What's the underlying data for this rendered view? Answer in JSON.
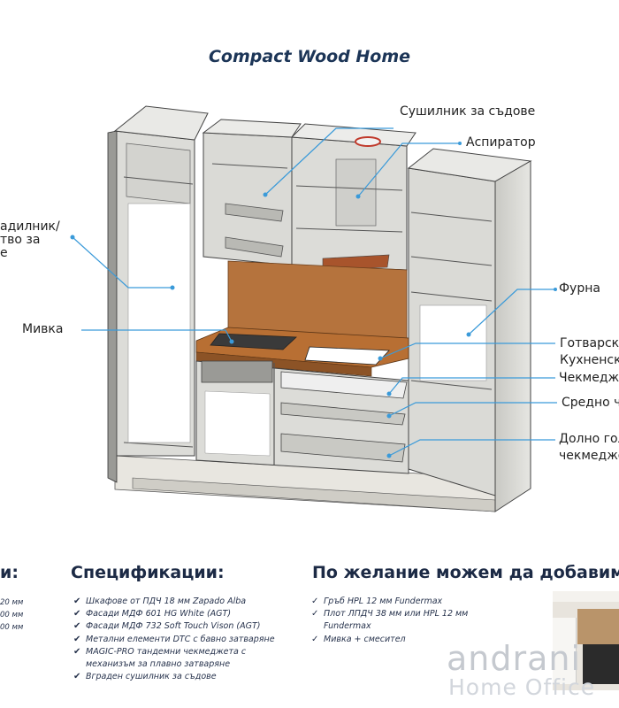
{
  "title": "Compact Wood Home",
  "callouts": {
    "dish_dryer": "Сушилник за съдове",
    "hood": "Аспиратор",
    "fridge_l1": "адилник/",
    "fridge_l2": "тво за",
    "fridge_l3": "е",
    "sink": "Мивка",
    "oven": "Фурна",
    "cooktop_l1": "Готварск",
    "cooktop_l2": "Кухненск",
    "drawer": "Чекмедж",
    "mid_drawer": "Средно ч",
    "bottom_l1": "Долно гол",
    "bottom_l2": "чекмедже"
  },
  "sections": {
    "left_heading": "и:",
    "specs_heading": "Спецификации:",
    "options_heading": "По желание можем да добавим"
  },
  "dimensions": [
    "20 мм",
    "00 мм",
    "00 мм"
  ],
  "specs": [
    "Шкафове от ПДЧ 18 мм Zapado Alba",
    "Фасади МДФ 601 HG White (AGT)",
    "Фасади МДФ 732 Soft Touch Vison (AGT)",
    "Метални елементи DTC с бавно затваряне",
    "MAGIC-PRO тандемни чекмеджета с",
    "механизъм за плавно затваряне",
    "Вграден сушилник за съдове"
  ],
  "options": [
    "Гръб HPL 12 мм Fundermax",
    "Плот ЛПДЧ 38 мм или HPL 12 мм",
    "Fundermax",
    "Мивка + смесител"
  ],
  "watermark": {
    "brand": "andrani",
    "sub": "Home Office"
  },
  "colors": {
    "accent": "#3a9ad9",
    "wood": "#b5733d",
    "panel": "#d9d9d6",
    "heading": "#1c2a45"
  }
}
